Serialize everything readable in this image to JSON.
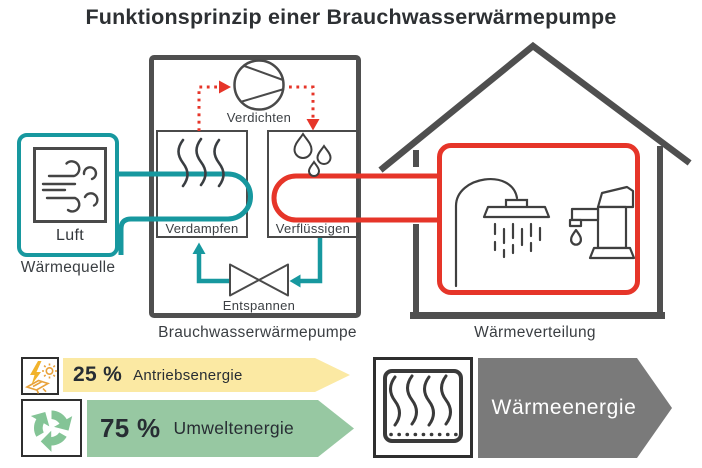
{
  "title": "Funktionsprinzip einer Brauchwasserwärmepumpe",
  "heat_source": {
    "icon": "wind-icon",
    "label": "Luft",
    "caption": "Wärmequelle"
  },
  "heat_pump": {
    "caption": "Brauchwasserwärmepumpe",
    "steps": {
      "compress": "Verdichten",
      "evaporate": "Verdampfen",
      "condense": "Verflüssigen",
      "expand": "Entspannen"
    }
  },
  "heat_distribution": {
    "caption": "Wärmeverteilung",
    "icons": [
      "shower-icon",
      "faucet-icon"
    ]
  },
  "energy_balance": {
    "inputs": [
      {
        "icon": "solar-power-icon",
        "percent": "25 %",
        "label": "Antriebsenergie",
        "color": "#fbe9a3"
      },
      {
        "icon": "recycle-icon",
        "percent": "75 %",
        "label": "Umweltenergie",
        "color": "#97c8a2"
      }
    ],
    "output": {
      "icon": "radiator-icon",
      "label": "Wärmeenergie",
      "color": "#7a7a7a"
    }
  },
  "colors": {
    "pipe_cold": "#17989f",
    "pipe_hot": "#e63529",
    "outline": "#4f4f4f",
    "solar_yellow": "#f1b32c",
    "solar_orange": "#e8a23b",
    "recycle_green": "#84c496"
  }
}
